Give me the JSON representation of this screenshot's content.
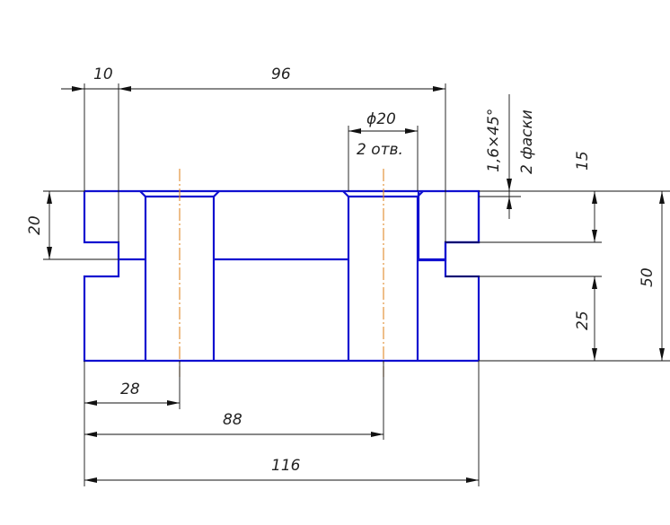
{
  "drawing": {
    "colors": {
      "outline": "#1010d0",
      "dimension": "#111111",
      "axis": "#e08a2a",
      "background": "#ffffff"
    },
    "dimensions": {
      "d10": "10",
      "d96": "96",
      "phi20": "ϕ20",
      "holes": "2 отв.",
      "chamfer": "1,6×45°",
      "chamfer_count": "2 фаски",
      "d15": "15",
      "d20": "20",
      "d50": "50",
      "d25": "25",
      "d28": "28",
      "d88": "88",
      "d116": "116"
    }
  }
}
